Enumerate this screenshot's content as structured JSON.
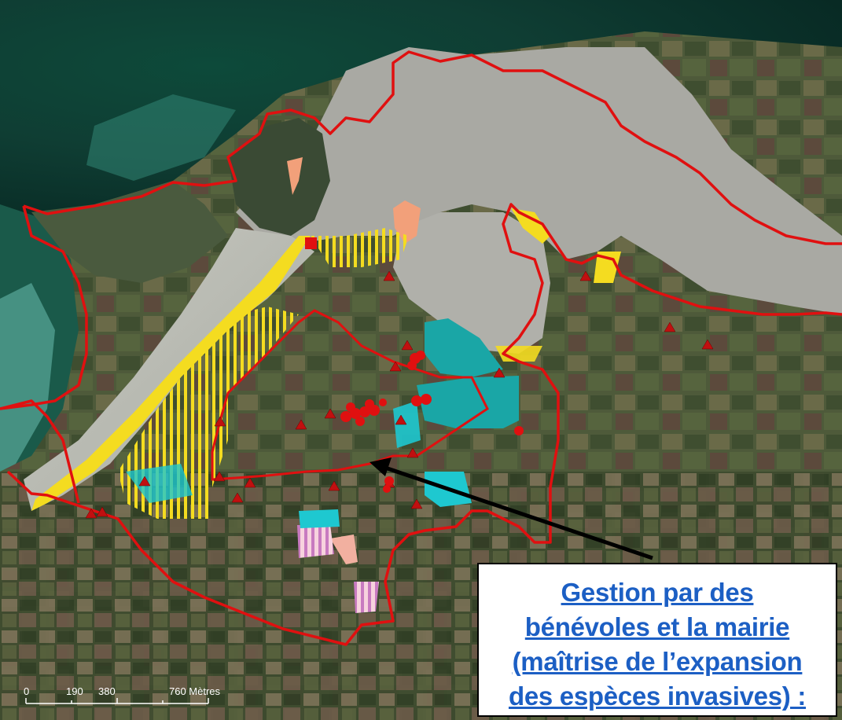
{
  "callout": {
    "lines": [
      "Gestion par des",
      "bénévoles et la mairie",
      "(maîtrise de l’expansion",
      "des espèces invasives) :"
    ],
    "text_color": "#1c5fc4"
  },
  "scale_bar": {
    "labels": [
      "0",
      "190",
      "380",
      "760 Mètres"
    ]
  },
  "colors": {
    "boundary": "#e01010",
    "sand_hatch": "#f4dc20",
    "invasive_cyan": "#1ec8d0",
    "teal_zone": "#1aa6a6",
    "salmon": "#f2a07a",
    "pink_hatch": "#f0a8c0",
    "marker": "#e01010"
  },
  "icons": [
    "triangle-marker-icon",
    "circle-marker-icon",
    "square-marker-icon",
    "arrow-icon"
  ]
}
